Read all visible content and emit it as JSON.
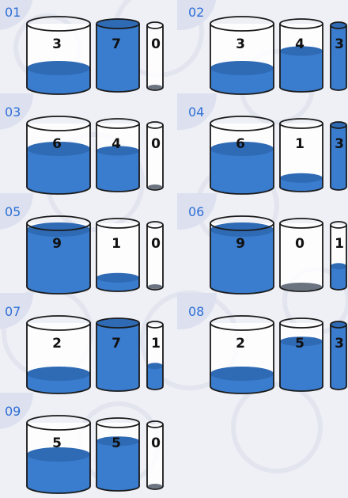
{
  "puzzle": {
    "steps": [
      {
        "label": "01",
        "volumes": [
          "3",
          "7",
          "0"
        ],
        "fill": [
          0.3,
          1.0,
          0.0
        ]
      },
      {
        "label": "02",
        "volumes": [
          "3",
          "4",
          "3"
        ],
        "fill": [
          0.3,
          0.57,
          1.0
        ]
      },
      {
        "label": "03",
        "volumes": [
          "6",
          "4",
          "0"
        ],
        "fill": [
          0.6,
          0.57,
          0.0
        ]
      },
      {
        "label": "04",
        "volumes": [
          "6",
          "1",
          "3"
        ],
        "fill": [
          0.6,
          0.14,
          1.0
        ]
      },
      {
        "label": "05",
        "volumes": [
          "9",
          "1",
          "0"
        ],
        "fill": [
          0.9,
          0.14,
          0.0
        ]
      },
      {
        "label": "06",
        "volumes": [
          "9",
          "0",
          "1"
        ],
        "fill": [
          0.9,
          0.0,
          0.33
        ]
      },
      {
        "label": "07",
        "volumes": [
          "2",
          "7",
          "1"
        ],
        "fill": [
          0.2,
          1.0,
          0.33
        ]
      },
      {
        "label": "08",
        "volumes": [
          "2",
          "5",
          "3"
        ],
        "fill": [
          0.2,
          0.71,
          1.0
        ]
      },
      {
        "label": "09",
        "volumes": [
          "5",
          "5",
          "0"
        ],
        "fill": [
          0.5,
          0.71,
          0.0
        ]
      }
    ]
  },
  "colors": {
    "water": "#3a7ccd",
    "water_dark": "#2f6ab5",
    "outline": "#1a1a1a",
    "badge": "#dde1ef",
    "label": "#2e6fd6",
    "background": "#eef0f6"
  }
}
